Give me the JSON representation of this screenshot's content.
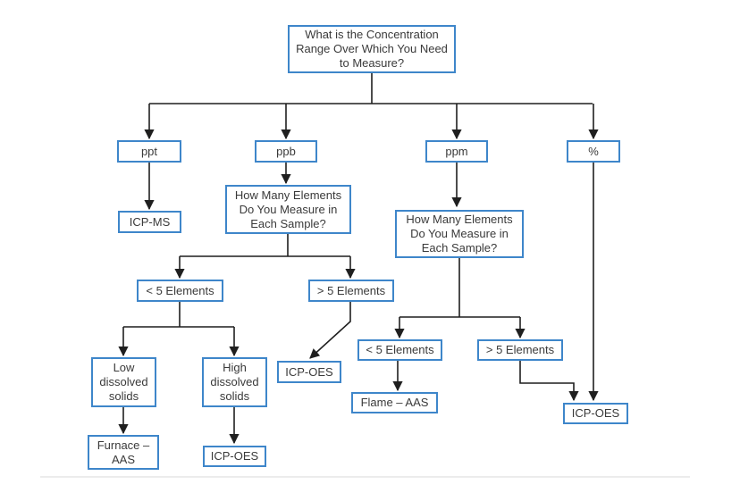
{
  "diagram": {
    "title": "Concentration Range Instrument Selection Flowchart",
    "colors": {
      "box_border": "#3E86CA",
      "box_fill": "#FFFFFF",
      "text": "#3A3A3A",
      "connector": "#1F1F1F",
      "divider": "#ECECEC"
    },
    "nodes": {
      "top_question": {
        "label": "What is the Concentration Range Over Which You Need to Measure?"
      },
      "ppt": {
        "label": "ppt"
      },
      "ppb": {
        "label": "ppb"
      },
      "ppm": {
        "label": "ppm"
      },
      "percent": {
        "label": "%"
      },
      "icp_ms": {
        "label": "ICP-MS"
      },
      "how_many_ppb": {
        "label": "How Many Elements Do You Measure in Each Sample?"
      },
      "lt5_ppb": {
        "label": "< 5 Elements"
      },
      "gt5_ppb": {
        "label": "> 5 Elements"
      },
      "low_solids": {
        "label": "Low dissolved solids"
      },
      "high_solids": {
        "label": "High dissolved solids"
      },
      "icp_oes_ppb": {
        "label": "ICP-OES"
      },
      "furnace_aas": {
        "label": "Furnace – AAS"
      },
      "icp_oes_high": {
        "label": "ICP-OES"
      },
      "how_many_ppm": {
        "label": "How Many Elements Do You Measure in Each Sample?"
      },
      "lt5_ppm": {
        "label": "< 5 Elements"
      },
      "gt5_ppm": {
        "label": "> 5 Elements"
      },
      "flame_aas": {
        "label": "Flame – AAS"
      },
      "icp_oes_pct": {
        "label": "ICP-OES"
      }
    },
    "edges": [
      {
        "from": "top_question",
        "to": "ppt"
      },
      {
        "from": "top_question",
        "to": "ppb"
      },
      {
        "from": "top_question",
        "to": "ppm"
      },
      {
        "from": "top_question",
        "to": "percent"
      },
      {
        "from": "ppt",
        "to": "icp_ms"
      },
      {
        "from": "ppb",
        "to": "how_many_ppb"
      },
      {
        "from": "how_many_ppb",
        "to": "lt5_ppb"
      },
      {
        "from": "how_many_ppb",
        "to": "gt5_ppb"
      },
      {
        "from": "lt5_ppb",
        "to": "low_solids"
      },
      {
        "from": "lt5_ppb",
        "to": "high_solids"
      },
      {
        "from": "gt5_ppb",
        "to": "icp_oes_ppb"
      },
      {
        "from": "low_solids",
        "to": "furnace_aas"
      },
      {
        "from": "high_solids",
        "to": "icp_oes_high"
      },
      {
        "from": "ppm",
        "to": "how_many_ppm"
      },
      {
        "from": "how_many_ppm",
        "to": "lt5_ppm"
      },
      {
        "from": "how_many_ppm",
        "to": "gt5_ppm"
      },
      {
        "from": "lt5_ppm",
        "to": "flame_aas"
      },
      {
        "from": "gt5_ppm",
        "to": "icp_oes_pct"
      },
      {
        "from": "percent",
        "to": "icp_oes_pct"
      }
    ]
  }
}
